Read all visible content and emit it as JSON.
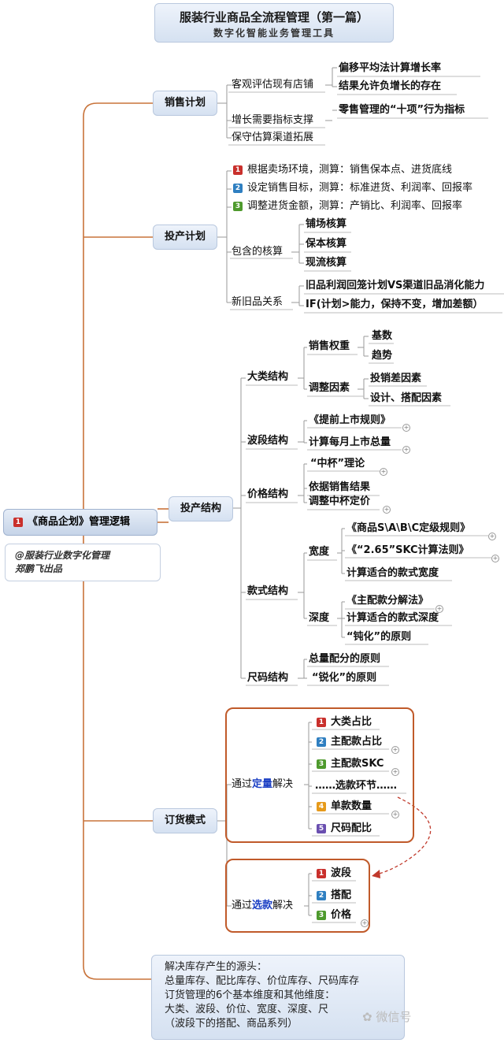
{
  "title": {
    "line1": "服装行业商品全流程管理（第一篇）",
    "line2": "数字化智能业务管理工具"
  },
  "root": {
    "badge": "1",
    "label": "《商品企划》管理逻辑"
  },
  "note": {
    "line1": "@服装行业数字化管理",
    "line2": "郑鹏飞出品"
  },
  "sales": {
    "label": "销售计划",
    "a": "客观评估现有店铺",
    "a1": "偏移平均法计算增长率",
    "a2": "结果允许负增长的存在",
    "b": "增长需要指标支撑",
    "b1": "零售管理的“十项”行为指标",
    "c": "保守估算渠道拓展"
  },
  "invest": {
    "label": "投产计划",
    "s1": "根据卖场环境，测算：销售保本点、进货底线",
    "s2": "设定销售目标，测算：标准进货、利润率、回报率",
    "s3": "调整进货金额，测算：产销比、利润率、回报率",
    "core": "包含的核算",
    "core1": "铺场核算",
    "core2": "保本核算",
    "core3": "现流核算",
    "rel": "新旧品关系",
    "rel1": "旧品利润回笼计划VS渠道旧品消化能力",
    "rel2": "IF(计划>能力，保持不变，增加差额）"
  },
  "struct": {
    "label": "投产结构",
    "cat": "大类结构",
    "cat_w": "销售权重",
    "cat_w1": "基数",
    "cat_w2": "趋势",
    "cat_a": "调整因素",
    "cat_a1": "投销差因素",
    "cat_a2": "设计、搭配因素",
    "wave": "波段结构",
    "wave1": "《提前上市规则》",
    "wave2": "计算每月上市总量",
    "price": "价格结构",
    "price1": "“中杯”理论",
    "price2": "依据销售结果",
    "price3": "调整中杯定价",
    "style": "款式结构",
    "width": "宽度",
    "width1": "《商品S\\A\\B\\C定级规则》",
    "width2": "《“2.65”SKC计算法则》",
    "width3": "计算适合的款式宽度",
    "depth": "深度",
    "depth1": "《主配款分解法》",
    "depth2": "计算适合的款式深度",
    "depth3": "“钝化”的原则",
    "size": "尺码结构",
    "size1": "总量配分的原则",
    "size2": "“锐化”的原则"
  },
  "order": {
    "label": "订货模式",
    "q_pre": "通过",
    "q_key": "定量",
    "q_post": "解决",
    "q1": "大类占比",
    "q2": "主配款占比",
    "q3": "主配款SKC",
    "qmid": "……选款环节……",
    "q4": "单款数量",
    "q5": "尺码配比",
    "s_pre": "通过",
    "s_key": "选款",
    "s_post": "解决",
    "x1": "波段",
    "x2": "搭配",
    "x3": "价格"
  },
  "bottom": {
    "l1": "解决库存产生的源头：",
    "l2": "总量库存、配比库存、价位库存、尺码库存",
    "l3": "订货管理的6个基本维度和其他维度：",
    "l4": "大类、波段、价位、宽度、深度、尺",
    "l5": "（波段下的搭配、商品系列）"
  },
  "watermark": "微信号",
  "colors": {
    "branch_line": "#c8733a",
    "order_box": "#c05a2a",
    "arrow": "#c0392b",
    "highlight": "#1b3fc4"
  }
}
